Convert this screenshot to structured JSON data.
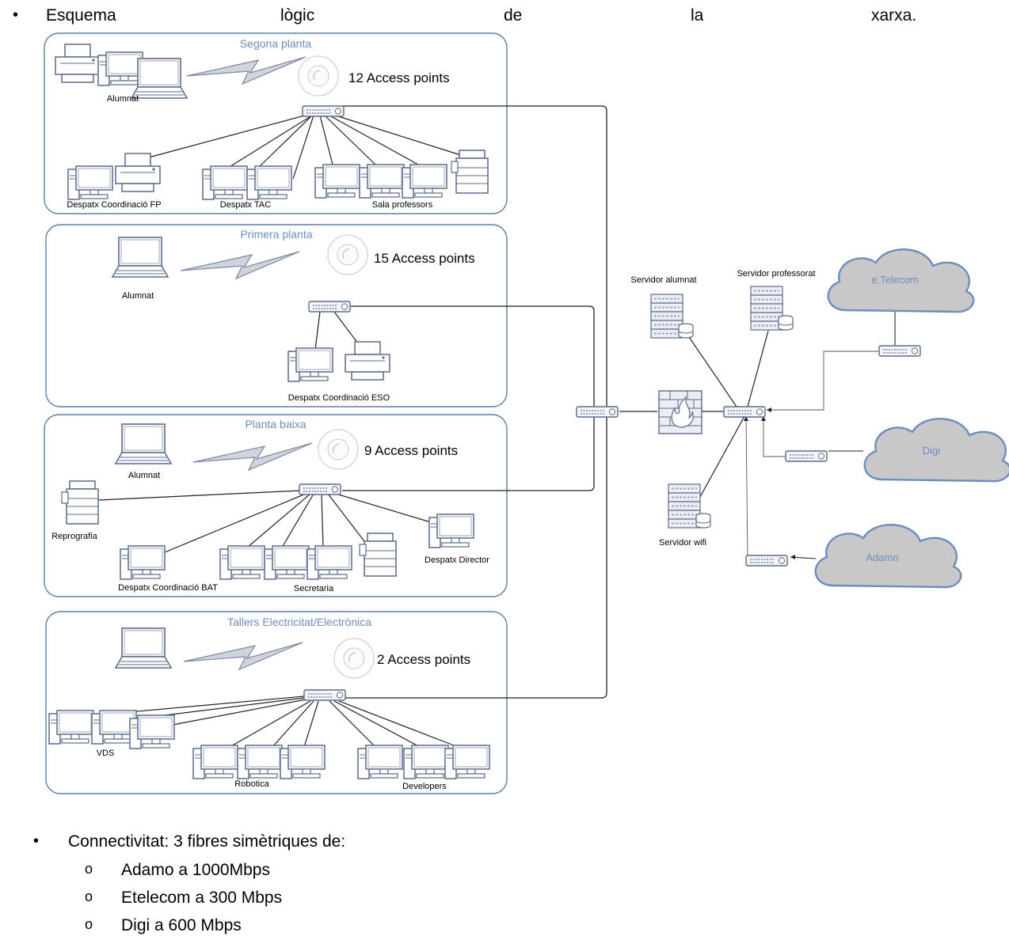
{
  "heading": {
    "bullet": "•",
    "words": [
      "Esquema",
      "lògic",
      "de",
      "la",
      "xarxa."
    ]
  },
  "floors": [
    {
      "title": "Segona planta",
      "ap_label": "12 Access points",
      "alumnat_label": "Alumnat",
      "groups": [
        "Despatx Coordinació FP",
        "Despatx TAC",
        "Sala professors"
      ]
    },
    {
      "title": "Primera planta",
      "ap_label": "15 Access points",
      "alumnat_label": "Alumnat",
      "groups": [
        "Despatx Coordinació ESO"
      ]
    },
    {
      "title": "Planta baixa",
      "ap_label": "9 Access points",
      "alumnat_label": "Alumnat",
      "groups": [
        "Reprografia",
        "Despatx Coordinació BAT",
        "Secretaria",
        "Despatx Director"
      ]
    },
    {
      "title": "Tallers Electricitat/Electrònica",
      "ap_label": "2 Access points",
      "groups": [
        "VDS",
        "Robotica",
        "Developers"
      ]
    }
  ],
  "servers": {
    "alumnat": "Servidor alumnat",
    "professorat": "Servidor professorat",
    "wifi": "Servidor wifi"
  },
  "isps": {
    "etelecom": "e.Telecom",
    "digi": "Digi",
    "adamo": "Adamo"
  },
  "connectivity": {
    "bullet": "•",
    "intro": "Connectivitat: 3 fibres simètriques de:",
    "sub_bullet": "o",
    "items": [
      "Adamo a 1000Mbps",
      "Etelecom a 300 Mbps",
      "Digi a 600 Mbps"
    ]
  },
  "colors": {
    "panel_border": "#5a7fa5",
    "title_text": "#6c8ebf",
    "device_stroke": "#5c6b8a",
    "cloud_fill": "#c8c8c8",
    "cloud_stroke": "#6c8ebf",
    "zigzag_fill": "#d0d4dc"
  }
}
